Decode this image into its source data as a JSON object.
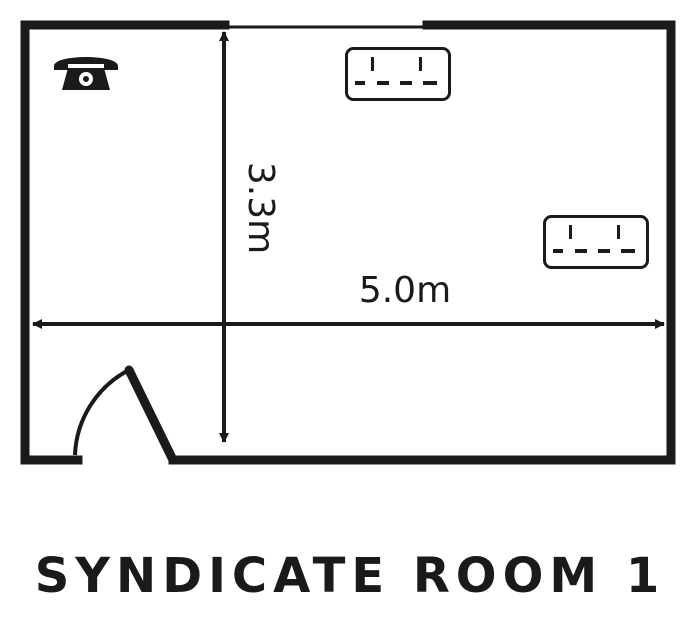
{
  "room": {
    "title": "SYNDICATE ROOM 1",
    "width_label": "5.0m",
    "depth_label": "3.3m"
  },
  "icons": [
    "telephone-icon",
    "power-socket-icon",
    "power-socket-icon"
  ],
  "colors": {
    "ink": "#1a1a1a",
    "background": "#ffffff"
  }
}
